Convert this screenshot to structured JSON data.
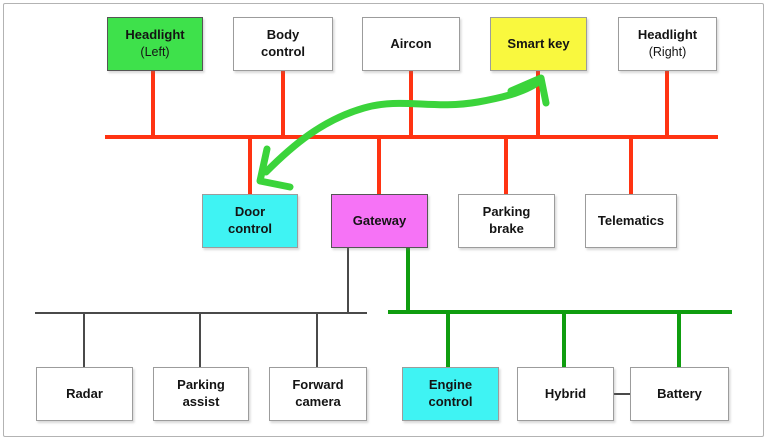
{
  "colors": {
    "node_green": "#3ee14b",
    "node_yellow": "#f9f83e",
    "node_cyan": "#3ff3f3",
    "node_magenta": "#f673f6",
    "node_white": "#ffffff",
    "bus_red": "#ff3312",
    "bus_black": "#4a4a4a",
    "bus_green": "#0f9d0f",
    "annotation_arrow_green": "#3bd43b",
    "box_border_gray": "#9c9c9c",
    "box_border_dark": "#555555",
    "frame_border": "#b3b3b3"
  },
  "nodes": [
    {
      "id": "headlight-left",
      "line1": "Headlight",
      "line2": "(Left)",
      "fill": "green"
    },
    {
      "id": "body-control",
      "line1": "Body",
      "line2": "control",
      "fill": "white"
    },
    {
      "id": "aircon",
      "line1": "Aircon",
      "fill": "white"
    },
    {
      "id": "smart-key",
      "line1": "Smart key",
      "fill": "yellow"
    },
    {
      "id": "headlight-right",
      "line1": "Headlight",
      "line2": "(Right)",
      "fill": "white"
    },
    {
      "id": "door-control",
      "line1": "Door",
      "line2": "control",
      "fill": "cyan"
    },
    {
      "id": "gateway",
      "line1": "Gateway",
      "fill": "magenta"
    },
    {
      "id": "parking-brake",
      "line1": "Parking",
      "line2": "brake",
      "fill": "white"
    },
    {
      "id": "telematics",
      "line1": "Telematics",
      "fill": "white"
    },
    {
      "id": "radar",
      "line1": "Radar",
      "fill": "white"
    },
    {
      "id": "parking-assist",
      "line1": "Parking",
      "line2": "assist",
      "fill": "white"
    },
    {
      "id": "forward-camera",
      "line1": "Forward",
      "line2": "camera",
      "fill": "white"
    },
    {
      "id": "engine-control",
      "line1": "Engine",
      "line2": "control",
      "fill": "cyan"
    },
    {
      "id": "hybrid",
      "line1": "Hybrid",
      "fill": "white"
    },
    {
      "id": "battery",
      "line1": "Battery",
      "fill": "white"
    }
  ],
  "buses": [
    {
      "id": "top-red-bus",
      "color": "#ff3312",
      "connects": [
        "headlight-left",
        "body-control",
        "aircon",
        "smart-key",
        "headlight-right",
        "door-control",
        "gateway",
        "parking-brake",
        "telematics"
      ]
    },
    {
      "id": "bottom-left-black-bus",
      "color": "#4a4a4a",
      "connects": [
        "gateway",
        "radar",
        "parking-assist",
        "forward-camera"
      ]
    },
    {
      "id": "bottom-right-green-bus",
      "color": "#0f9d0f",
      "connects": [
        "gateway",
        "engine-control",
        "hybrid",
        "battery"
      ]
    }
  ],
  "extra_links": [
    {
      "from": "hybrid",
      "to": "battery",
      "color": "#4a4a4a"
    }
  ],
  "annotation_arrow": {
    "between": [
      "smart-key",
      "door-control"
    ],
    "double_headed": true,
    "color": "#3bd43b"
  }
}
